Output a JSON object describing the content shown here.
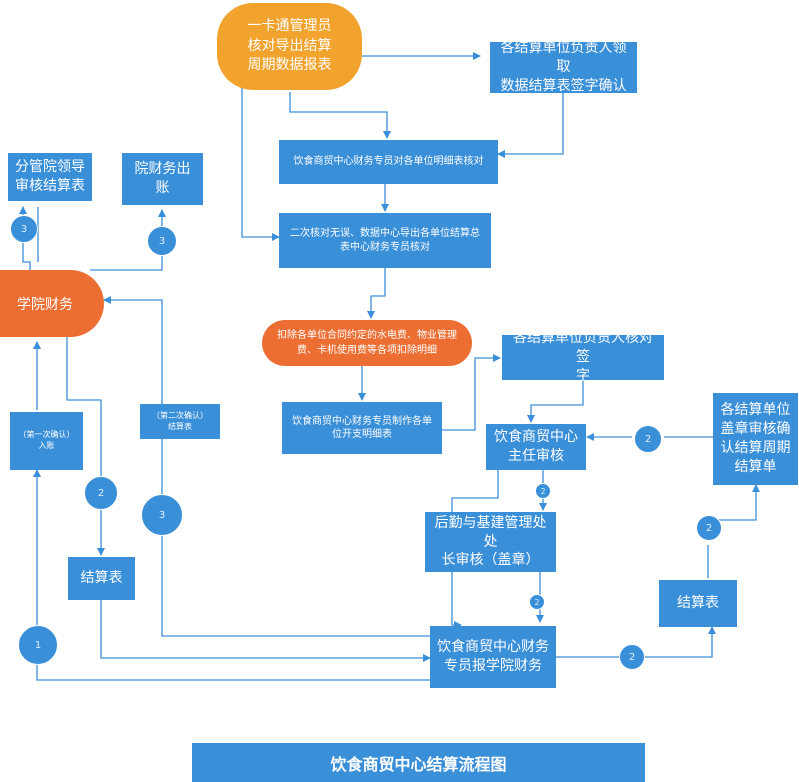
{
  "nodes": {
    "start": "一卡通管理员\n核对导出结算\n周期数据报表",
    "unit_head_sign": "各结算单位负责人领取\n数据结算表签字确认",
    "finance_check_detail": "饮食商贸中心财务专员对各单位明细表核对",
    "second_check": "二次核对无误、数据中心导出各单位结算总\n表中心财务专员核对",
    "deduct": "扣除各单位合同约定的水电费、物业管理\n费、卡机使用费等各项扣除明细",
    "make_detail": "饮食商贸中心财务专员制作各单\n位开支明细表",
    "unit_head_verify": "各结算单位负责人核对签\n字",
    "director_review": "饮食商贸中心\n主任审核",
    "stamp_review": "各结算单位\n盖章审核确\n认结算周期\n结算单",
    "logistics_review": "后勤与基建管理处处\n长审核（盖章）",
    "report_college": "饮食商贸中心财务\n专员报学院财务",
    "college_finance": "学院财务",
    "branch_leader": "分管院领导\n审核结算表",
    "college_payment": "院财务出账",
    "statement_left": "结算表",
    "statement_right": "结算表",
    "first_confirm": "（第一次确认）\n入账",
    "second_confirm": "（第二次确认）\n结算表"
  },
  "circles": {
    "c_branch": "3",
    "c_payment": "3",
    "c_left2": "2",
    "c_mid3": "3",
    "c_bottom1": "1",
    "c_dir2": "2",
    "c_stamp2": "2",
    "c_flow2": "2",
    "c_right2": "2",
    "c_small2": "2"
  },
  "title": "饮食商贸中心结算流程图",
  "colors": {
    "blue": "#3a8fd9",
    "orange": "#f2a32e",
    "red_orange": "#ec6e33",
    "line": "#3a8fd9"
  }
}
